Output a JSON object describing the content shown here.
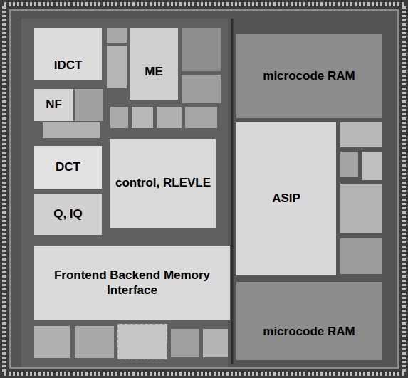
{
  "diagram": {
    "nodes": [
      {
        "text": [
          "IDCT"
        ]
      },
      {
        "text": [
          "ME"
        ]
      },
      {
        "text": [
          "NF"
        ]
      },
      {
        "text": [
          "DCT"
        ]
      },
      {
        "text": [
          "control, RLEVLE"
        ]
      },
      {
        "text": [
          "Q, IQ"
        ]
      },
      {
        "text": [
          "Frontend Backend Memory Interface"
        ]
      },
      {
        "text": [
          "microcode RAM"
        ]
      },
      {
        "text": [
          "ASIP"
        ]
      },
      {
        "text": [
          "microcode RAM"
        ]
      }
    ]
  }
}
